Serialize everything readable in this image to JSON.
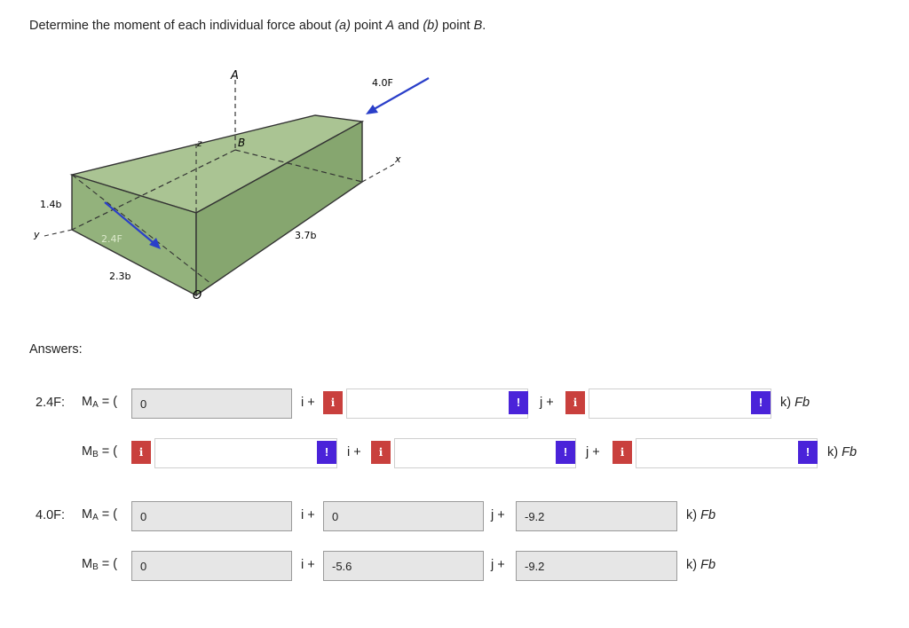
{
  "question": {
    "prefix": "Determine the moment of each individual force about ",
    "a": "(a)",
    "mid": " point ",
    "pointA": "A",
    "and": " and ",
    "b": "(b)",
    "mid2": " point ",
    "pointB": "B",
    "end": "."
  },
  "figure": {
    "label_A": "A",
    "label_B": "B",
    "label_z": "z",
    "label_x": "x",
    "label_y": "y",
    "label_O": "O",
    "force1": "2.4F",
    "force2": "4.0F",
    "dim_height": "1.4b",
    "dim_width": "2.3b",
    "dim_length": "3.7b"
  },
  "answers_title": "Answers:",
  "rows": [
    {
      "force_label": "2.4F:",
      "moment": "M",
      "sub": "A",
      "open": " = (",
      "i_value": "0",
      "i_unit": "i +",
      "j_value": "",
      "j_unit": "j +",
      "k_value": "",
      "k_unit": "k)",
      "fb": "Fb"
    },
    {
      "force_label": "",
      "moment": "M",
      "sub": "B",
      "open": " = (",
      "i_value": "",
      "i_unit": "i +",
      "j_value": "",
      "j_unit": "j +",
      "k_value": "",
      "k_unit": "k)",
      "fb": "Fb"
    },
    {
      "force_label": "4.0F:",
      "moment": "M",
      "sub": "A",
      "open": " = (",
      "i_value": "0",
      "i_unit": "i +",
      "j_value": "0",
      "j_unit": "j +",
      "k_value": "-9.2",
      "k_unit": "k)",
      "fb": "Fb"
    },
    {
      "force_label": "",
      "moment": "M",
      "sub": "B",
      "open": " = (",
      "i_value": "0",
      "i_unit": "i +",
      "j_value": "-5.6",
      "j_unit": "j +",
      "k_value": "-9.2",
      "k_unit": "k)",
      "fb": "Fb"
    }
  ],
  "icons": {
    "info": "i",
    "warn": "!"
  },
  "colors": {
    "info": "#c9403d",
    "warn": "#4a23d9",
    "box_fill": "#9dbb87",
    "arrow": "#2a3fc9"
  }
}
